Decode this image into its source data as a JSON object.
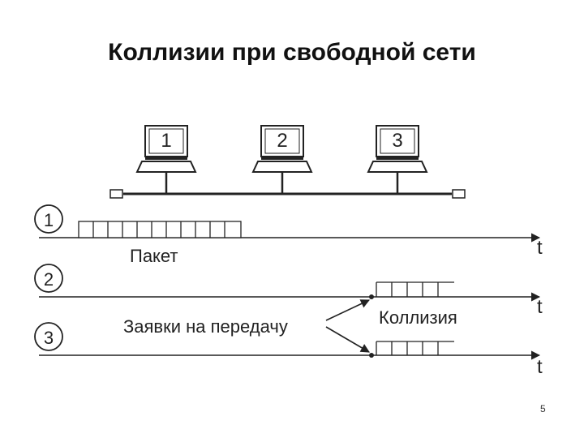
{
  "title": "Коллизии при свободной сети",
  "computers": [
    {
      "number": "1"
    },
    {
      "number": "2"
    },
    {
      "number": "3"
    }
  ],
  "timelines": [
    {
      "number": "1",
      "axis_label": "t"
    },
    {
      "number": "2",
      "axis_label": "t"
    },
    {
      "number": "3",
      "axis_label": "t"
    }
  ],
  "labels": {
    "packet": "Пакет",
    "requests": "Заявки на передачу",
    "collision": "Коллизия"
  },
  "slide_number": "5",
  "colors": {
    "stroke": "#222222",
    "background": "#ffffff"
  }
}
